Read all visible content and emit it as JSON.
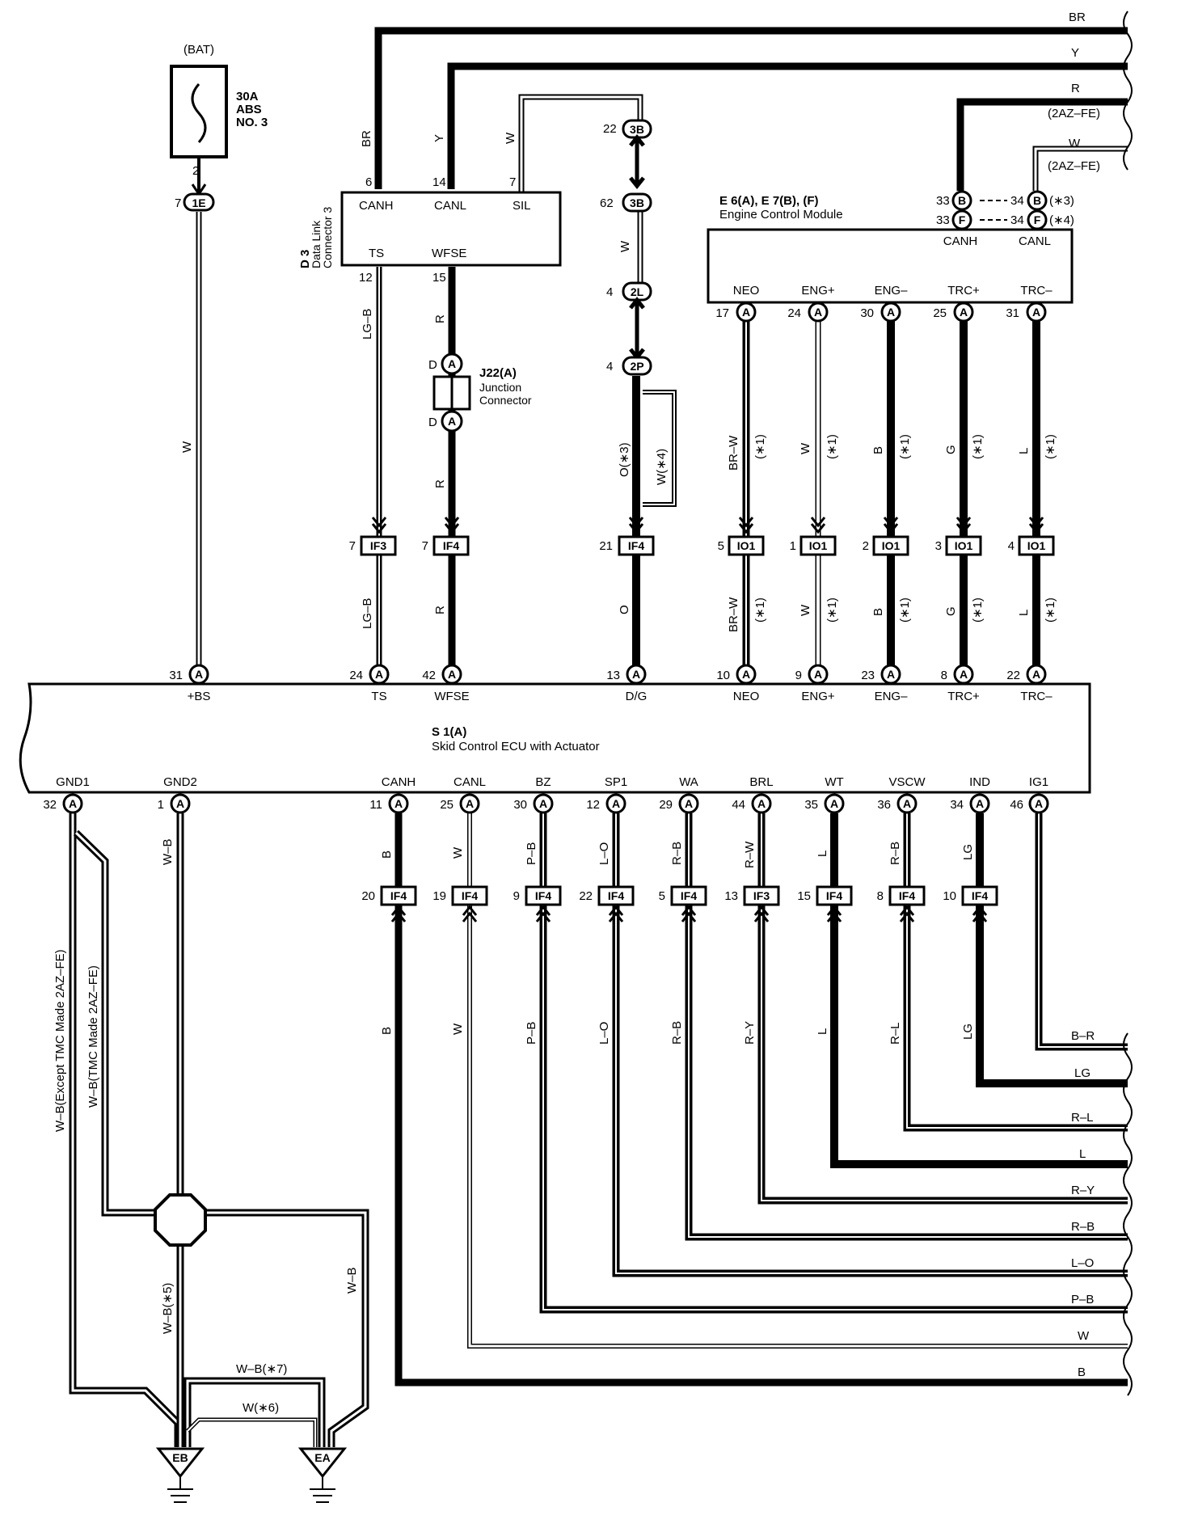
{
  "components": {
    "bat": {
      "label": "(BAT)",
      "fuse_lines": [
        "30A",
        "ABS",
        "NO. 3"
      ]
    },
    "dlc3": {
      "id": "D 3",
      "name_lines": [
        "Data Link",
        "Connector 3"
      ],
      "pins": [
        "CANH",
        "CANL",
        "SIL",
        "TS",
        "WFSE"
      ]
    },
    "ecm": {
      "title": "E 6(A), E 7(B), (F)",
      "name": "Engine Control Module",
      "pins_top": [
        "CANH",
        "CANL"
      ],
      "pins_bottom": [
        "NEO",
        "ENG+",
        "ENG–",
        "TRC+",
        "TRC–"
      ]
    },
    "j22": {
      "id": "J22(A)",
      "name_lines": [
        "Junction",
        "Connector"
      ]
    },
    "ecu": {
      "id": "S 1(A)",
      "name": "Skid Control ECU with Actuator",
      "top_pins": [
        "+BS",
        "TS",
        "WFSE",
        "D/G",
        "NEO",
        "ENG+",
        "ENG–",
        "TRC+",
        "TRC–"
      ],
      "bottom_pins": [
        "GND1",
        "GND2",
        "CANH",
        "CANL",
        "BZ",
        "SP1",
        "WA",
        "BRL",
        "WT",
        "VSCW",
        "IND",
        "IG1"
      ]
    },
    "grounds": [
      "EB",
      "EA"
    ]
  },
  "right_wires_top": [
    "BR",
    "Y",
    "R",
    "(2AZ–FE)",
    "W",
    "(2AZ–FE)"
  ],
  "ecm_notes": [
    "(∗3)",
    "(∗4)"
  ],
  "connectors": {
    "c1E": "1E",
    "c3B": "3B",
    "c2L": "2L",
    "c2P": "2P",
    "cA": "A",
    "cB": "B",
    "cF": "F",
    "IF3": "IF3",
    "IF4": "IF4",
    "IO1": "IO1"
  },
  "pins": {
    "p2": "2",
    "p7": "7",
    "p6": "6",
    "p14": "14",
    "p12": "12",
    "p15": "15",
    "p22": "22",
    "p62": "62",
    "p4a": "4",
    "p4b": "4",
    "p33a": "33",
    "p34a": "34",
    "p33b": "33",
    "p34b": "34",
    "p17": "17",
    "p24": "24",
    "p30": "30",
    "p25": "25",
    "p31": "31",
    "pD1": "D",
    "pD2": "D",
    "row1": [
      "7",
      "7",
      "21",
      "5",
      "1",
      "2",
      "3",
      "4"
    ],
    "ecu_top": [
      "31",
      "24",
      "42",
      "13",
      "10",
      "9",
      "23",
      "8",
      "22"
    ],
    "ecu_bot": [
      "32",
      "1",
      "11",
      "25",
      "30",
      "12",
      "29",
      "44",
      "35",
      "36",
      "34",
      "46"
    ],
    "row2": [
      "20",
      "19",
      "9",
      "22",
      "5",
      "13",
      "15",
      "8",
      "10"
    ]
  },
  "wire_labels": {
    "w_bat": "W",
    "br": "BR",
    "y": "Y",
    "w_sil": "W",
    "lgb1": "LG–B",
    "r1": "R",
    "w_3b": "W",
    "r2": "R",
    "o3": "O(∗3)",
    "w4": "W(∗4)",
    "ecm_up": [
      "BR–W",
      "W",
      "B",
      "G",
      "L"
    ],
    "note1": "(∗1)",
    "lgb2": "LG–B",
    "r3": "R",
    "o": "O",
    "ecm_dn": [
      "BR–W",
      "W",
      "B",
      "G",
      "L"
    ],
    "gnd_a": "W–B(Except TMC Made 2AZ–FE)",
    "gnd_b": "W–B(TMC Made 2AZ–FE)",
    "gnd_c": "W–B",
    "gnd_d": "W–B(∗5)",
    "gnd_e": "W–B",
    "gnd_f": "W–B(∗7)",
    "gnd_g": "W(∗6)",
    "bot_up": [
      "B",
      "W",
      "P–B",
      "L–O",
      "R–B",
      "R–W",
      "L",
      "R–B",
      "LG"
    ],
    "bot_dn": [
      "B",
      "W",
      "P–B",
      "L–O",
      "R–B",
      "R–Y",
      "L",
      "R–L",
      "LG"
    ]
  },
  "right_wires_bottom": [
    "B–R",
    "LG",
    "R–L",
    "L",
    "R–Y",
    "R–B",
    "L–O",
    "P–B",
    "W",
    "B"
  ]
}
